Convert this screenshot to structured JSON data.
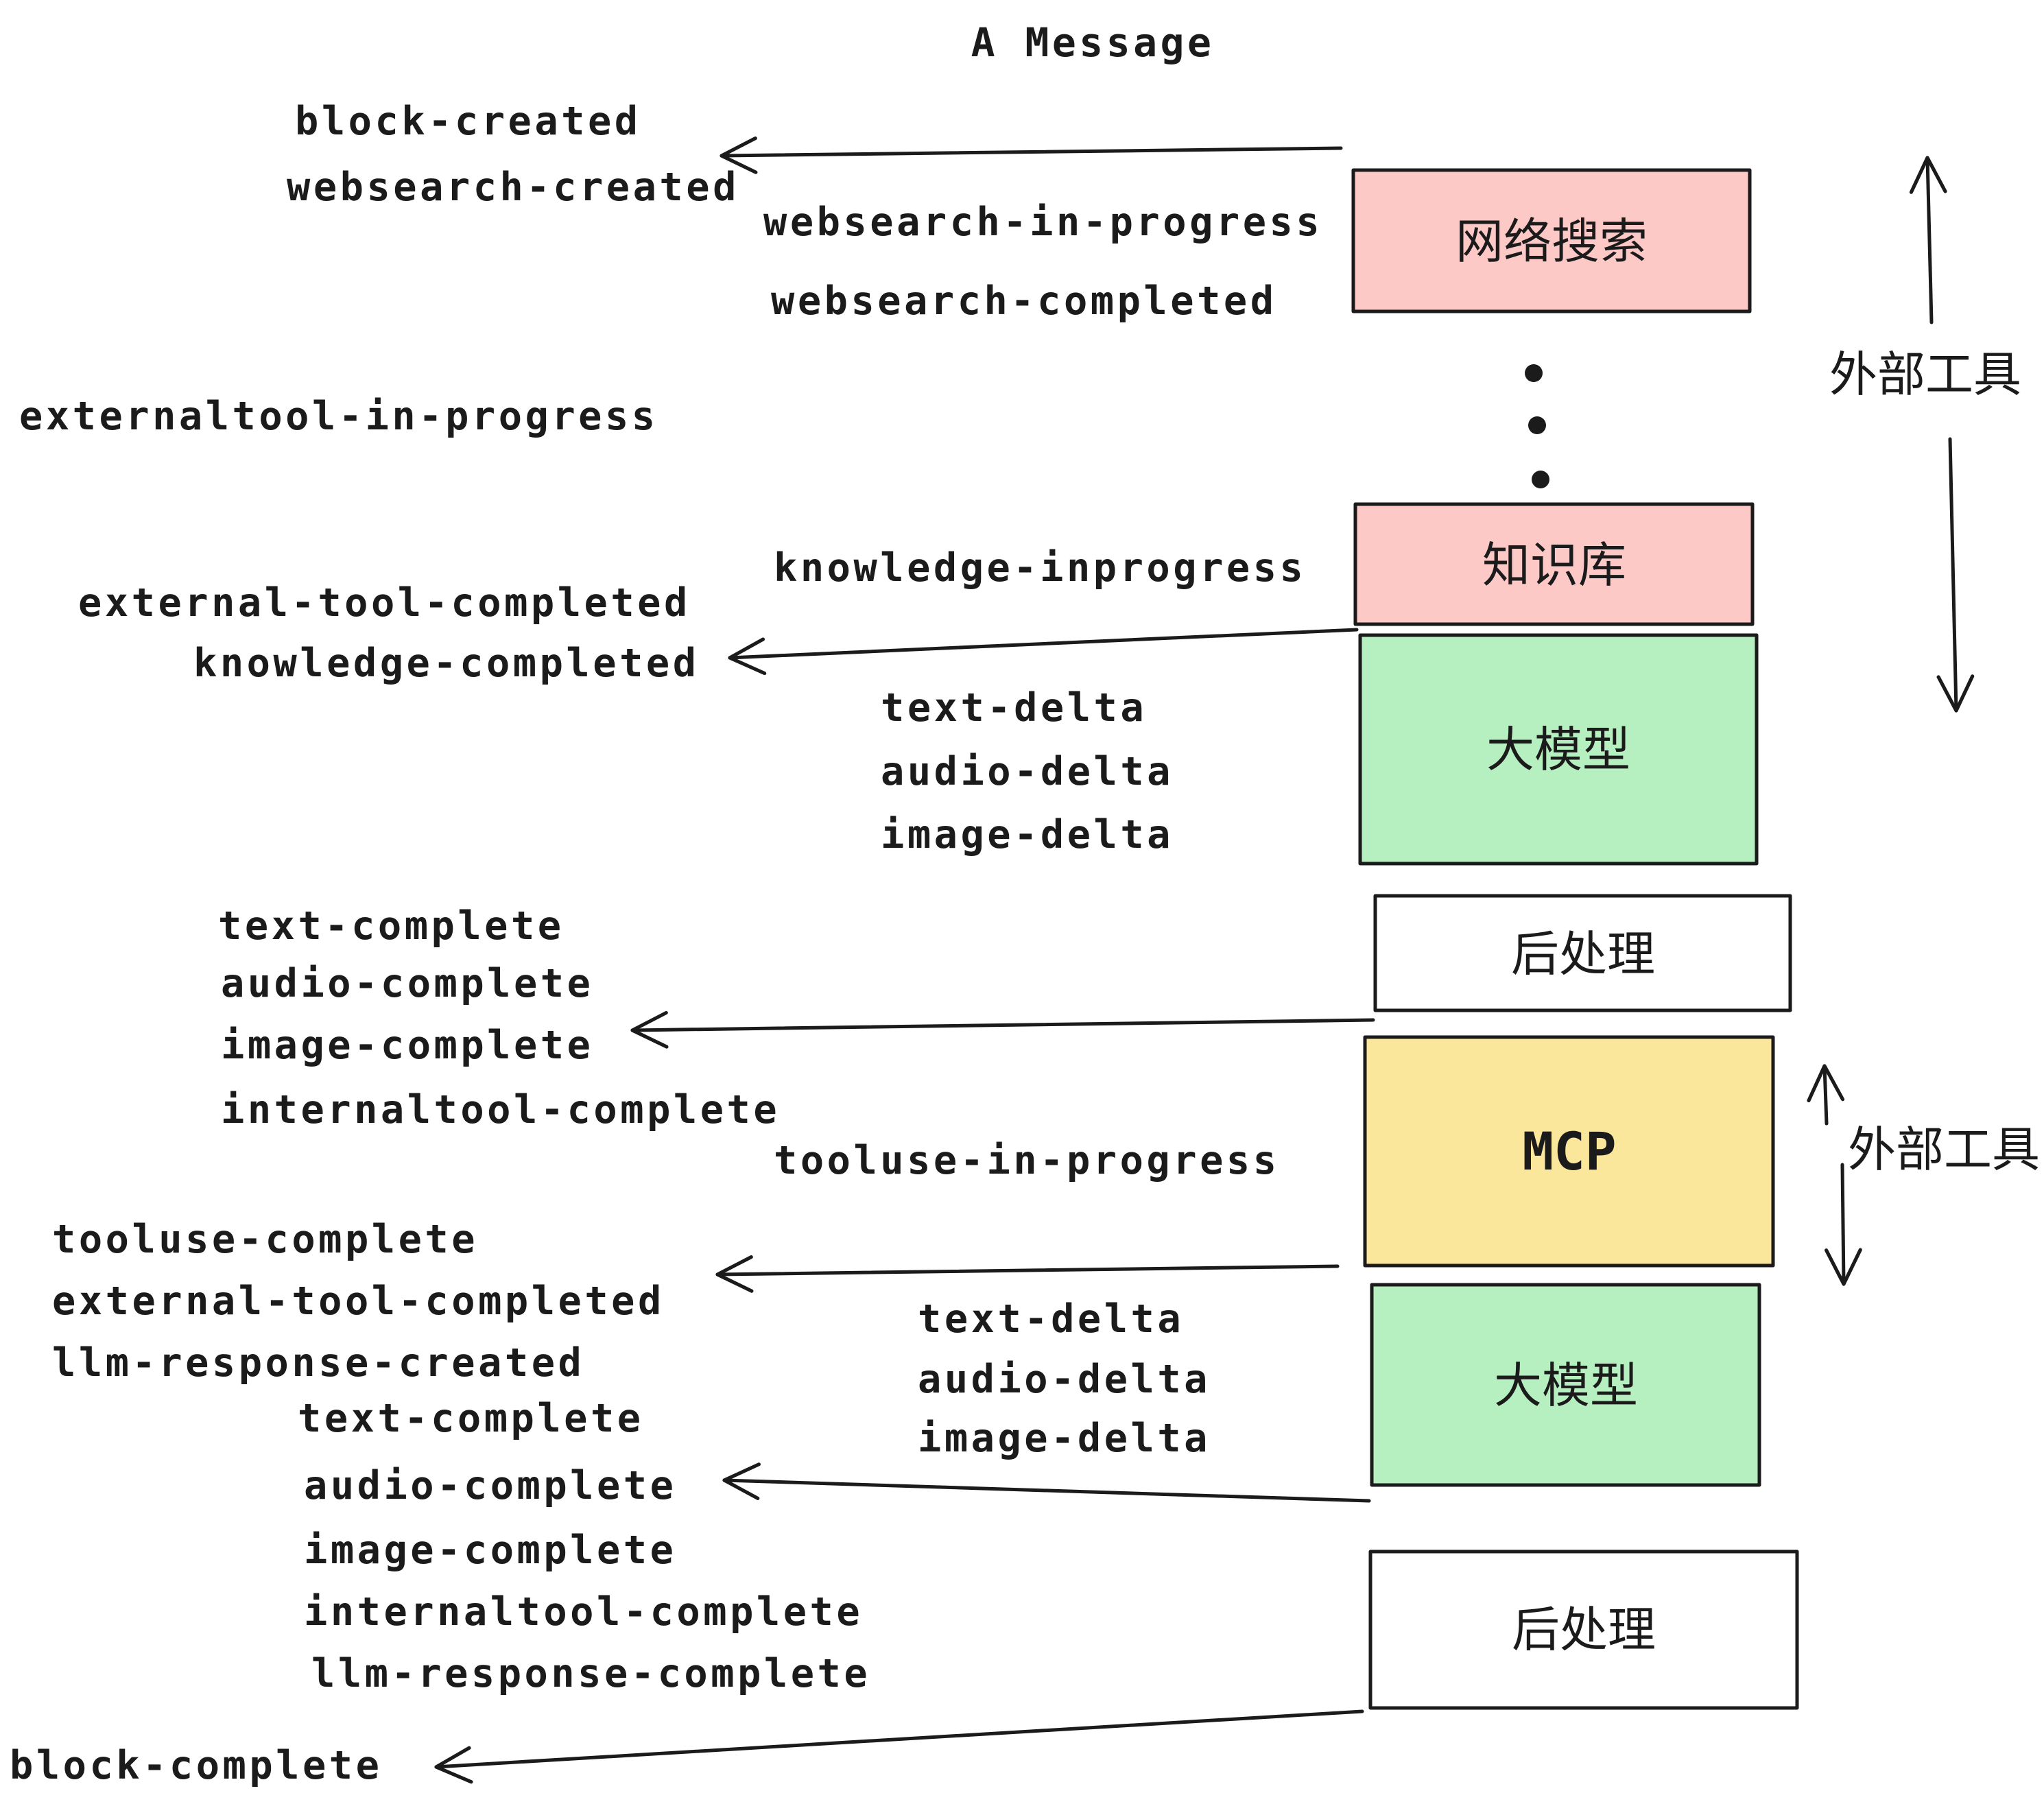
{
  "diagram": {
    "title": "A Message",
    "side_labels": {
      "external_tools": "外部工具"
    },
    "boxes": {
      "websearch": "网络搜索",
      "knowledge": "知识库",
      "llm": "大模型",
      "postprocess": "后处理",
      "mcp": "MCP"
    },
    "events": {
      "block_created": "block-created",
      "websearch_created": "websearch-created",
      "websearch_in_progress": "websearch-in-progress",
      "websearch_completed": "websearch-completed",
      "externaltool_in_progress": "externaltool-in-progress",
      "knowledge_inprogress": "knowledge-inprogress",
      "external_tool_completed": "external-tool-completed",
      "knowledge_completed": "knowledge-completed",
      "text_delta": "text-delta",
      "audio_delta": "audio-delta",
      "image_delta": "image-delta",
      "text_complete": "text-complete",
      "audio_complete": "audio-complete",
      "image_complete": "image-complete",
      "internaltool_complete": "internaltool-complete",
      "tooluse_in_progress": "tooluse-in-progress",
      "tooluse_complete": "tooluse-complete",
      "llm_response_created": "llm-response-created",
      "llm_response_complete": "llm-response-complete",
      "block_complete": "block-complete"
    },
    "colors": {
      "pink": "#FCC9C7",
      "green": "#B6F0C1",
      "yellow": "#FBE79B",
      "white": "#FFFFFF",
      "stroke": "#1B1B1B"
    }
  }
}
